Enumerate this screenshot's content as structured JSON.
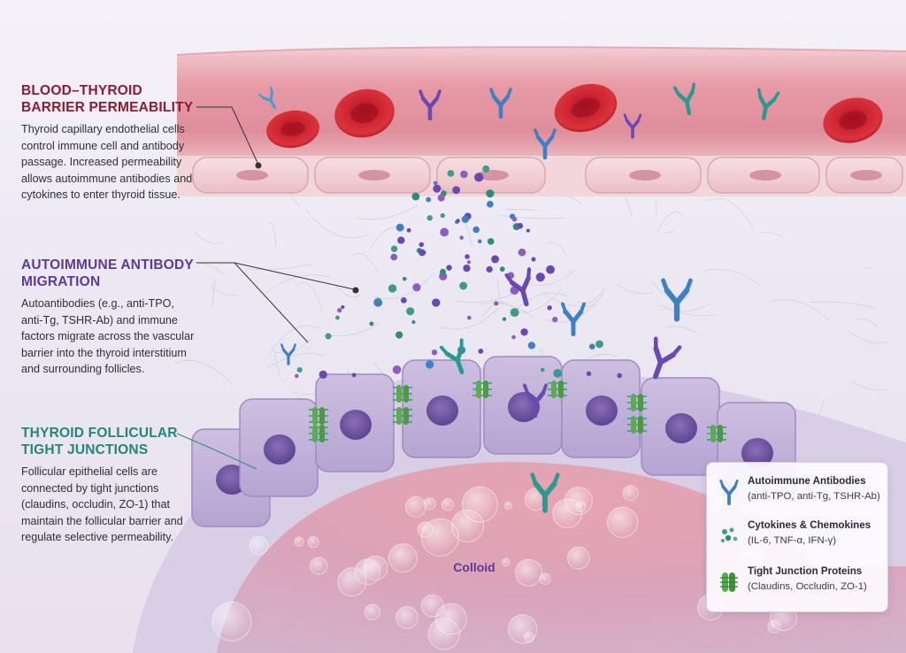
{
  "annotations": {
    "blood_thyroid": {
      "title_line1": "BLOOD–THYROID",
      "title_line2": "BARRIER PERMEABILITY",
      "body": "Thyroid capillary endothelial cells control immune cell and antibody passage. Increased permeability allows autoimmune antibodies and cytokines to enter thyroid tissue."
    },
    "antibody_migration": {
      "title_line1": "AUTOIMMUNE ANTIBODY",
      "title_line2": "MIGRATION",
      "body": "Autoantibodies (e.g., anti-TPO, anti-Tg, TSHR-Ab) and immune factors migrate across the vascular barrier into the thyroid interstitium and surrounding follicles."
    },
    "tight_junctions": {
      "title_line1": "THYROID FOLLICULAR",
      "title_line2": "TIGHT JUNCTIONS",
      "body": "Follicular epithelial cells are connected by tight junctions (claudins, occludin, ZO-1) that maintain the follicular barrier and regulate selective permeability."
    }
  },
  "colloid_label": "Colloid",
  "legend": {
    "items": [
      {
        "title": "Autoimmune Antibodies",
        "subtitle": "(anti-TPO, anti-Tg, TSHR-Ab)",
        "icon": "antibody-icon"
      },
      {
        "title": "Cytokines & Chemokines",
        "subtitle": "(IL-6, TNF-α, IFN-γ)",
        "icon": "cytokine-dots-icon"
      },
      {
        "title": "Tight Junction Proteins",
        "subtitle": "(Claudins, Occludin, ZO-1)",
        "icon": "tight-junction-icon"
      }
    ]
  },
  "colors": {
    "title_red": "#8b1c34",
    "title_purple": "#5a3c98",
    "title_teal": "#23857c",
    "antibody_blue": "#3f7fc4",
    "antibody_purple": "#6a4ab0",
    "antibody_teal": "#2a9a8e",
    "junction_green": "#4fa34a"
  }
}
